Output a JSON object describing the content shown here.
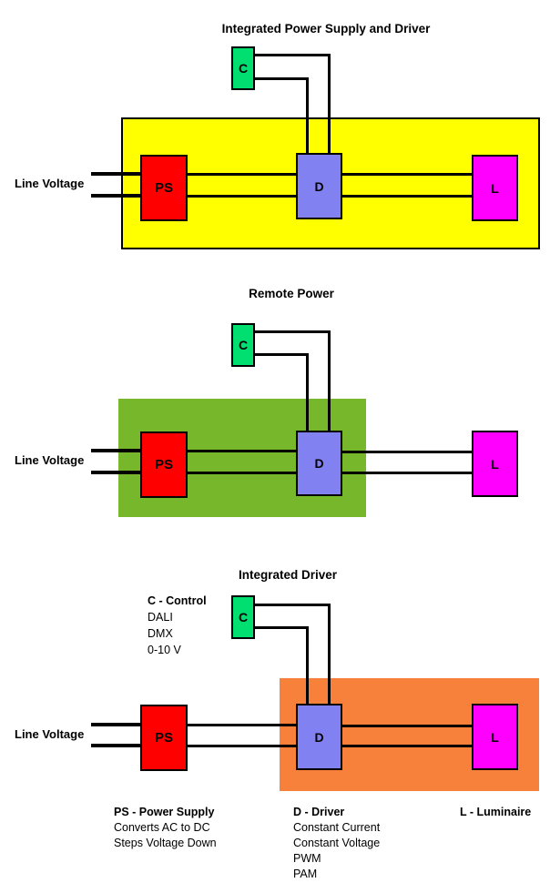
{
  "colors": {
    "control": "#00DF6F",
    "power_supply": "#FF0000",
    "driver": "#8181F1",
    "luminaire": "#FF00FF",
    "integrated_psd_container": "#FFFF00",
    "remote_power_container": "#76B72B",
    "integrated_driver_container": "#F7813A",
    "wire": "#000000"
  },
  "boxes": {
    "control": "C",
    "power_supply": "PS",
    "driver": "D",
    "luminaire": "L"
  },
  "line_voltage": "Line Voltage",
  "diagrams": [
    {
      "title": "Integrated Power Supply and Driver"
    },
    {
      "title": "Remote Power"
    },
    {
      "title": "Integrated Driver"
    }
  ],
  "legend": {
    "control": {
      "heading": "C - Control",
      "lines": [
        "DALI",
        "DMX",
        "0-10 V"
      ]
    },
    "power_supply": {
      "heading": "PS - Power Supply",
      "lines": [
        "Converts AC to DC",
        "Steps Voltage Down"
      ]
    },
    "driver": {
      "heading": "D - Driver",
      "lines": [
        "Constant Current",
        "Constant Voltage",
        "PWM",
        "PAM"
      ]
    },
    "luminaire": {
      "heading": "L - Luminaire"
    }
  }
}
